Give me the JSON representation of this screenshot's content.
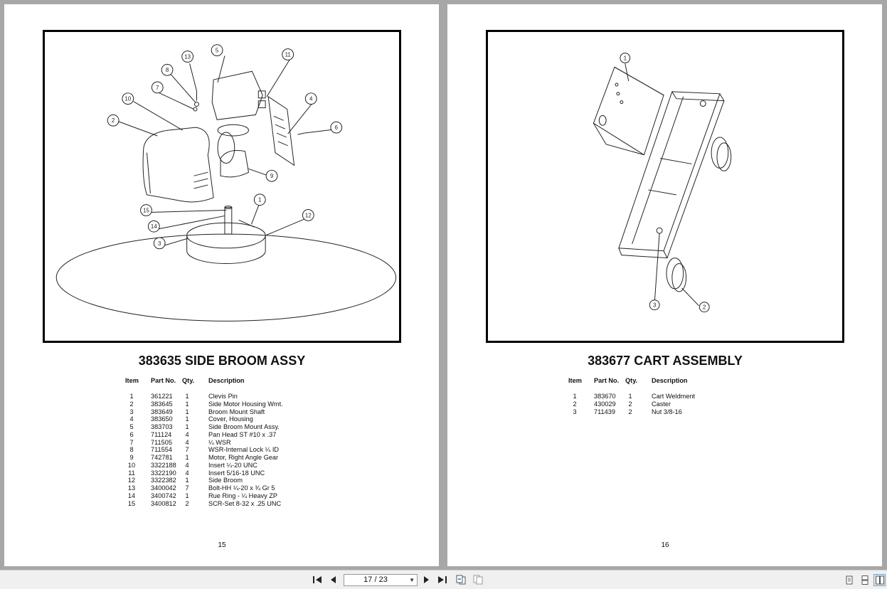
{
  "viewer": {
    "page_field": "17 / 23",
    "icons": [
      "first-page-icon",
      "prev-page-icon",
      "next-page-icon",
      "last-page-icon",
      "go-back-icon",
      "go-forward-icon",
      "single-page-view-icon",
      "continuous-view-icon",
      "facing-pages-view-icon"
    ]
  },
  "left_page": {
    "title": "383635 SIDE BROOM ASSY",
    "headers": {
      "item": "Item",
      "part": "Part No.",
      "qty": "Qty.",
      "desc": "Description"
    },
    "rows": [
      {
        "item": "1",
        "part": "361221",
        "qty": "1",
        "desc": "Clevis Pin"
      },
      {
        "item": "2",
        "part": "383645",
        "qty": "1",
        "desc": "Side Motor Housing Wmt."
      },
      {
        "item": "3",
        "part": "383649",
        "qty": "1",
        "desc": "Broom Mount Shaft"
      },
      {
        "item": "4",
        "part": "383650",
        "qty": "1",
        "desc": "Cover,  Housing"
      },
      {
        "item": "5",
        "part": "383703",
        "qty": "1",
        "desc": "Side Broom Mount Assy."
      },
      {
        "item": "6",
        "part": "711124",
        "qty": "4",
        "desc": "Pan Head ST #10 x .37"
      },
      {
        "item": "7",
        "part": "711505",
        "qty": "4",
        "desc": "¼ WSR"
      },
      {
        "item": "8",
        "part": "711554",
        "qty": "7",
        "desc": "WSR-Internal Lock ¼ ID"
      },
      {
        "item": "9",
        "part": "742781",
        "qty": "1",
        "desc": "Motor, Right Angle Gear"
      },
      {
        "item": "10",
        "part": "3322188",
        "qty": "4",
        "desc": "Insert ¼-20 UNC"
      },
      {
        "item": "11",
        "part": "3322190",
        "qty": "4",
        "desc": "Insert 5/16-18 UNC"
      },
      {
        "item": "12",
        "part": "3322382",
        "qty": "1",
        "desc": "Side  Broom"
      },
      {
        "item": "13",
        "part": "3400042",
        "qty": "7",
        "desc": "Bolt-HH ¼-20 x ¾ Gr 5"
      },
      {
        "item": "14",
        "part": "3400742",
        "qty": "1",
        "desc": "Rue Ring - ¼ Heavy ZP"
      },
      {
        "item": "15",
        "part": "3400812",
        "qty": "2",
        "desc": "SCR-Set 8-32 x .25 UNC"
      }
    ],
    "callouts": [
      "1",
      "2",
      "3",
      "4",
      "5",
      "6",
      "7",
      "8",
      "9",
      "10",
      "11",
      "12",
      "13",
      "14",
      "15"
    ],
    "page_number": "15"
  },
  "right_page": {
    "title": "383677 CART ASSEMBLY",
    "headers": {
      "item": "Item",
      "part": "Part No.",
      "qty": "Qty.",
      "desc": "Description"
    },
    "rows": [
      {
        "item": "1",
        "part": "383670",
        "qty": "1",
        "desc": "Cart Weldment"
      },
      {
        "item": "2",
        "part": "430029",
        "qty": "2",
        "desc": "Caster"
      },
      {
        "item": "3",
        "part": "711439",
        "qty": "2",
        "desc": "Nut 3/8-16"
      }
    ],
    "callouts": [
      "1",
      "2",
      "3"
    ],
    "page_number": "16"
  }
}
